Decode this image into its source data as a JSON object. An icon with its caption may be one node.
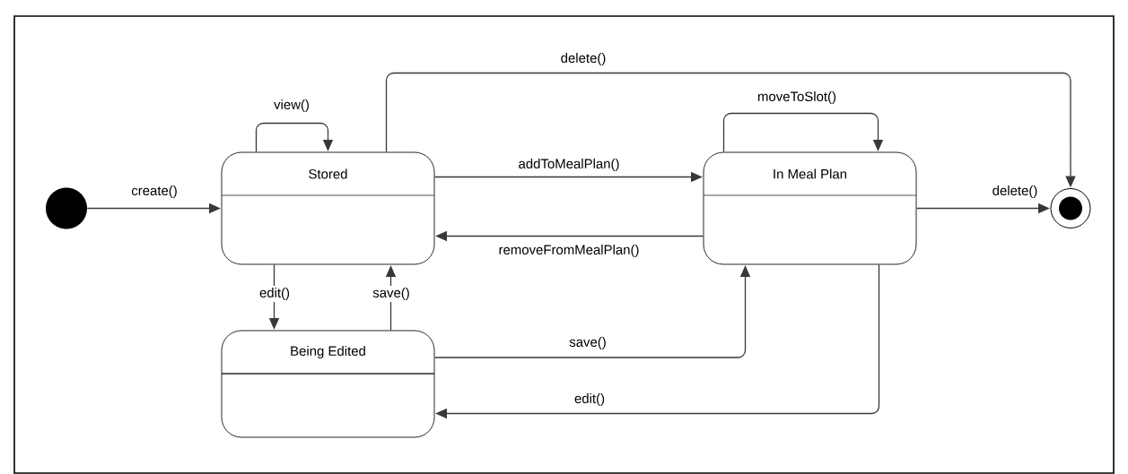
{
  "diagram": {
    "nodes": [
      {
        "text": [],
        "shape": "circle"
      },
      {
        "text": [
          "Stored"
        ]
      },
      {
        "text": [
          "In Meal Plan"
        ]
      },
      {
        "text": [
          "Being Edited"
        ]
      },
      {
        "text": [],
        "shape": "circle"
      }
    ],
    "edges": [
      {
        "from": 0,
        "to": 1,
        "arrow": "to",
        "label": "create()"
      },
      {
        "from": 1,
        "to": 1,
        "arrow": "to",
        "label": "view()"
      },
      {
        "from": 1,
        "to": 4,
        "arrow": "to",
        "label": "delete()"
      },
      {
        "from": 1,
        "to": 2,
        "arrow": "to",
        "label": "addToMealPlan()"
      },
      {
        "from": 2,
        "to": 1,
        "arrow": "to",
        "label": "removeFromMealPlan()"
      },
      {
        "from": 2,
        "to": 2,
        "arrow": "to",
        "label": "moveToSlot()"
      },
      {
        "from": 2,
        "to": 4,
        "arrow": "to",
        "label": "delete()"
      },
      {
        "from": 1,
        "to": 3,
        "arrow": "to",
        "label": "edit()"
      },
      {
        "from": 3,
        "to": 1,
        "arrow": "to",
        "label": "save()"
      },
      {
        "from": 3,
        "to": 2,
        "arrow": "to",
        "label": "save()"
      },
      {
        "from": 2,
        "to": 3,
        "arrow": "to",
        "label": "edit()"
      }
    ]
  }
}
